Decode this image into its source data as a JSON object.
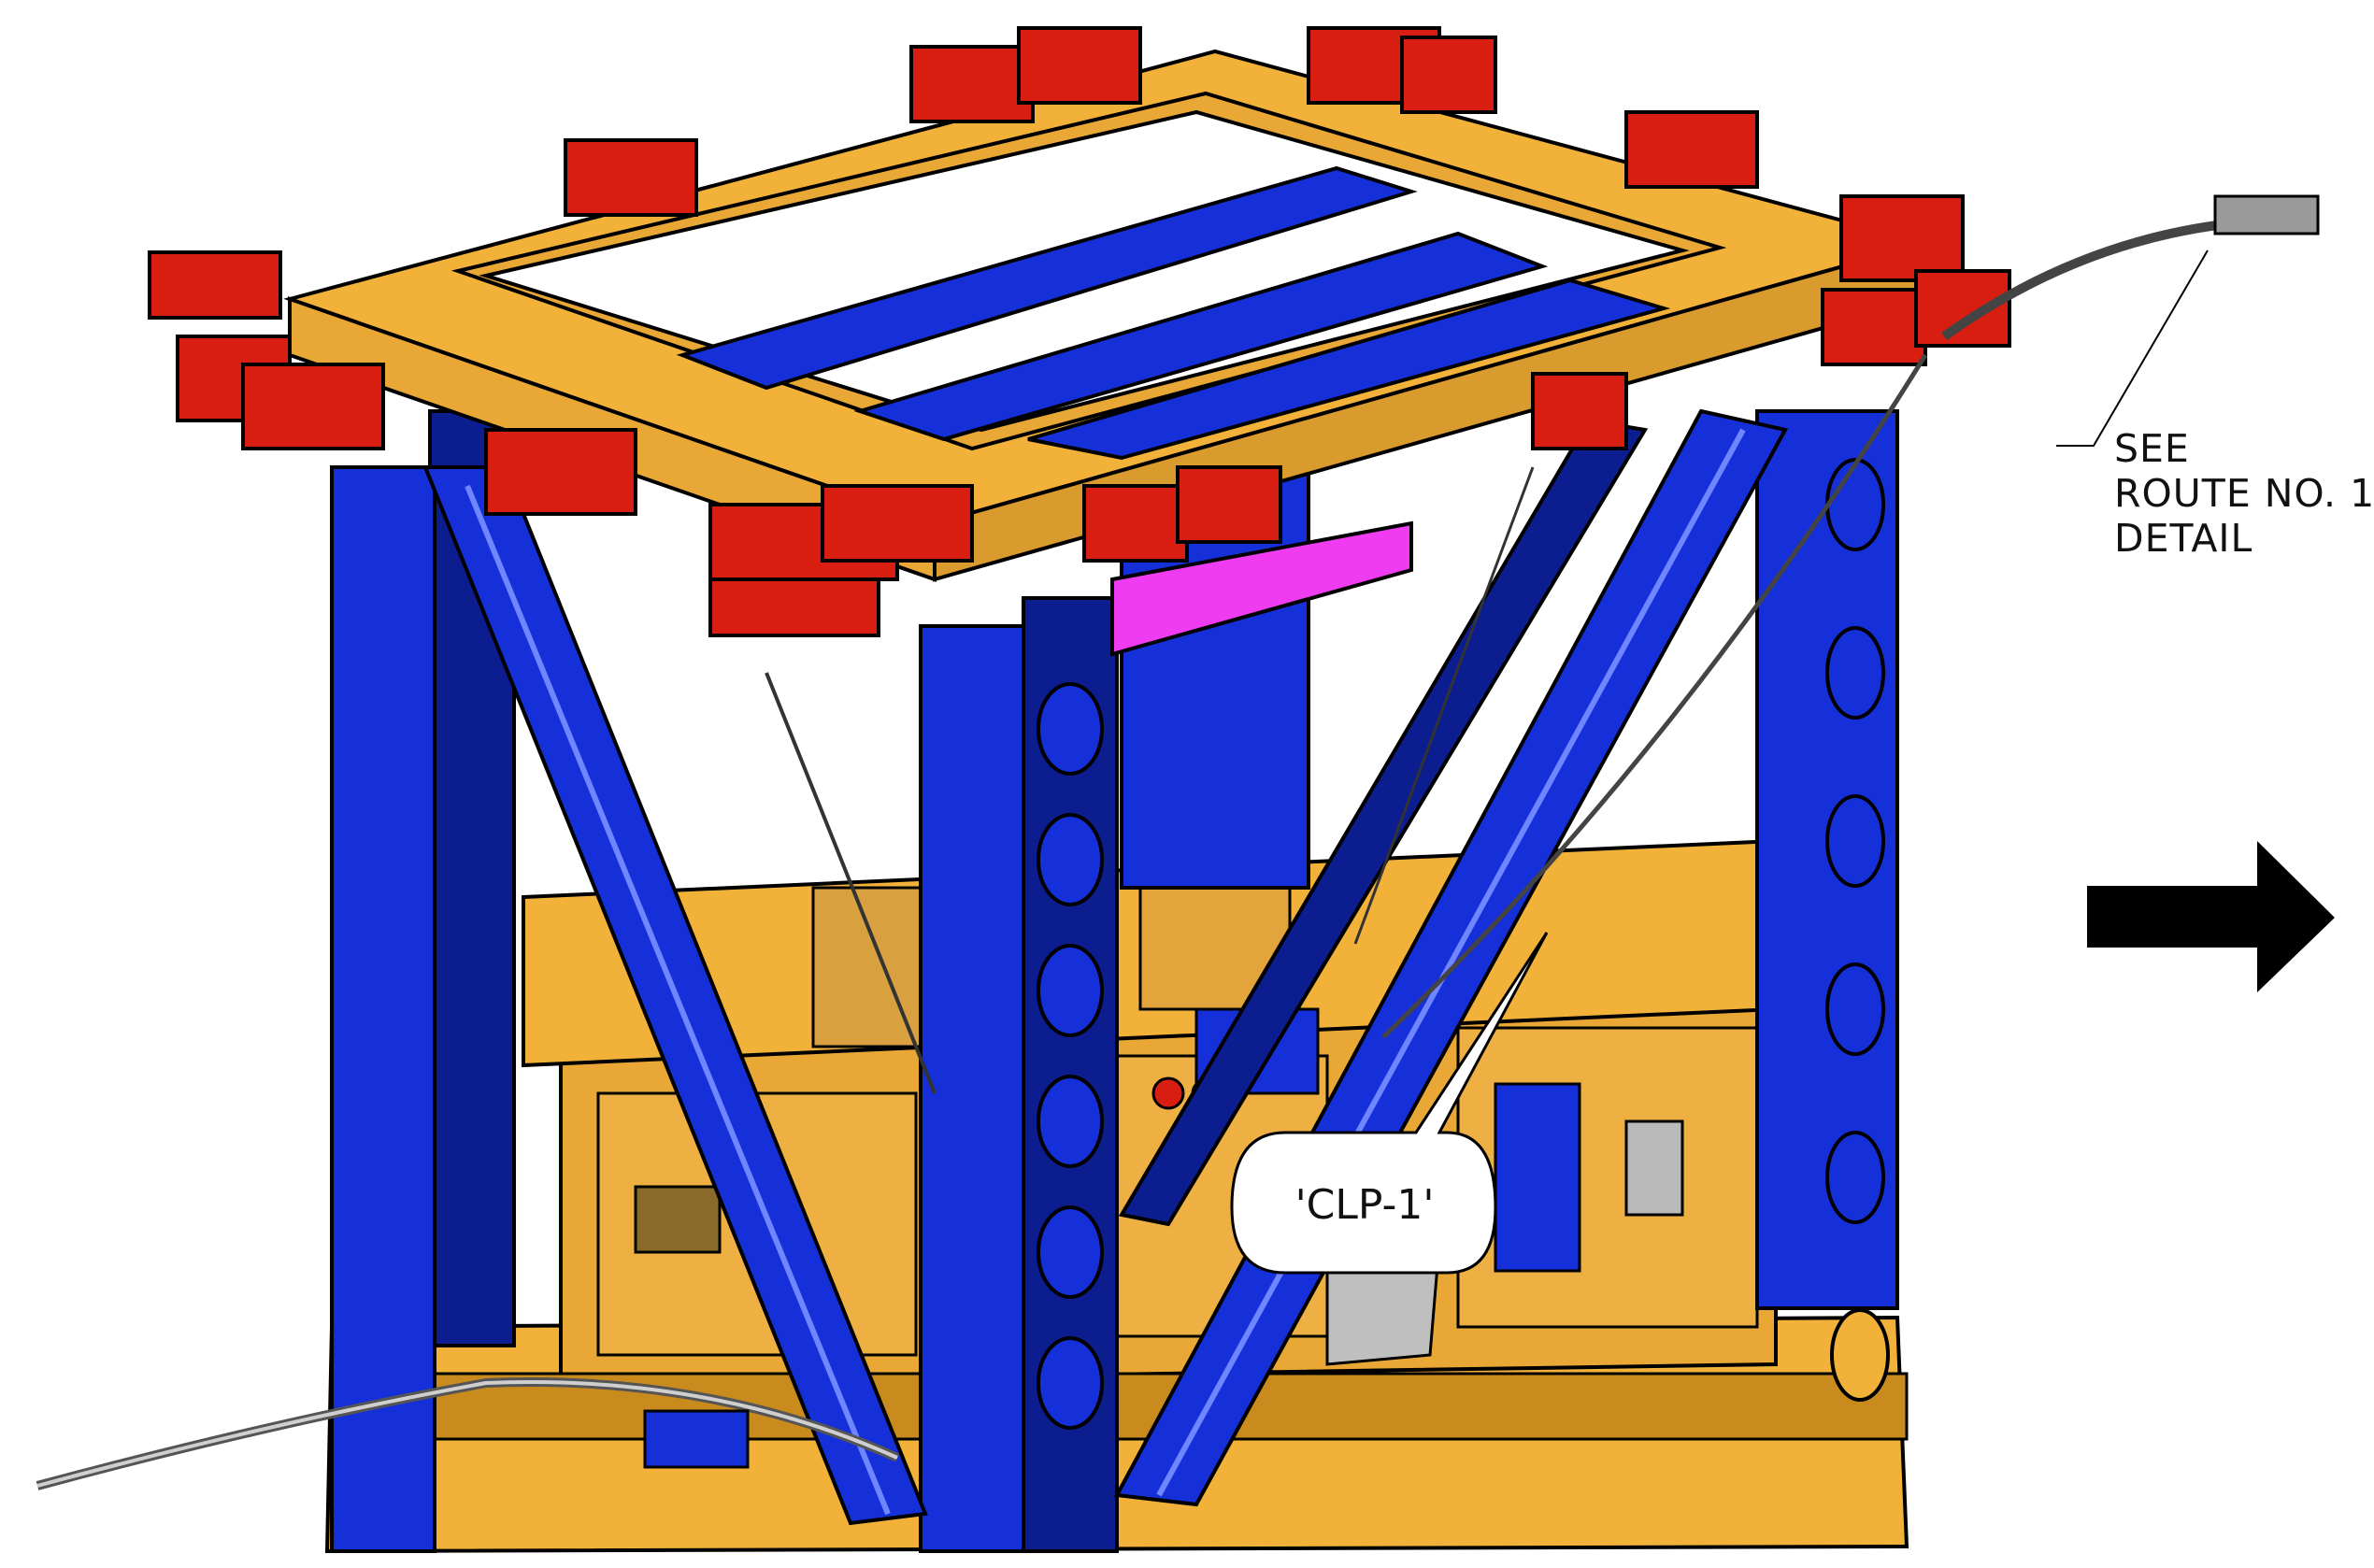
{
  "figure": {
    "subject": "frame assembly with cable route",
    "colors": {
      "frame_yellow": "#F2B23A",
      "frame_yellow_dark": "#C98A1E",
      "post_blue": "#1530D8",
      "post_blue_dark": "#0B1D8F",
      "clamp_red": "#D81E10",
      "accent_magenta": "#F03CF0",
      "outline": "#000000",
      "background": "#FFFFFF"
    }
  },
  "annotations": {
    "route_note": {
      "line1": "SEE",
      "line2": "ROUTE NO. 1",
      "line3": "DETAIL"
    },
    "clip_label": "'CLP-1'"
  },
  "icons": {
    "direction": "arrow-right-icon"
  }
}
